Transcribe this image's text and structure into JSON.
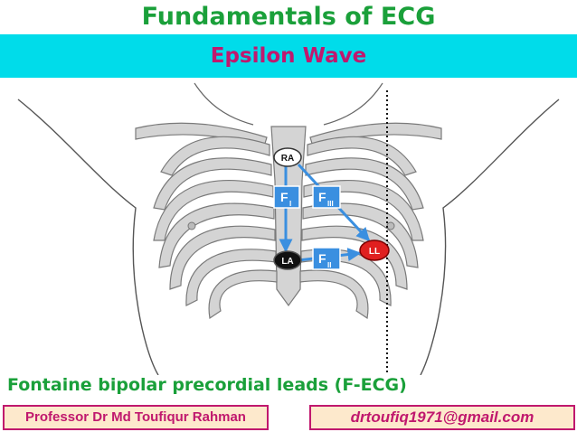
{
  "header": {
    "title": "Fundamentals of ECG",
    "subtitle": "Epsilon Wave"
  },
  "diagram": {
    "electrodes": {
      "ra": "RA",
      "la": "LA",
      "ll": "LL"
    },
    "leads": {
      "f1": {
        "letter": "F",
        "sub": "I"
      },
      "f2": {
        "letter": "F",
        "sub": "II"
      },
      "f3": {
        "letter": "F",
        "sub": "III"
      }
    },
    "colors": {
      "rib_fill": "#d4d4d4",
      "rib_outline": "#7a7a7a",
      "lead_arrow": "#3a8fe0",
      "ll_electrode": "#e02020",
      "la_electrode": "#111111",
      "ra_electrode": "#ffffff"
    }
  },
  "caption": "Fontaine bipolar precordial leads (F-ECG)",
  "footer": {
    "author": "Professor Dr Md Toufiqur Rahman",
    "email": "drtoufiq1971@gmail.com"
  }
}
